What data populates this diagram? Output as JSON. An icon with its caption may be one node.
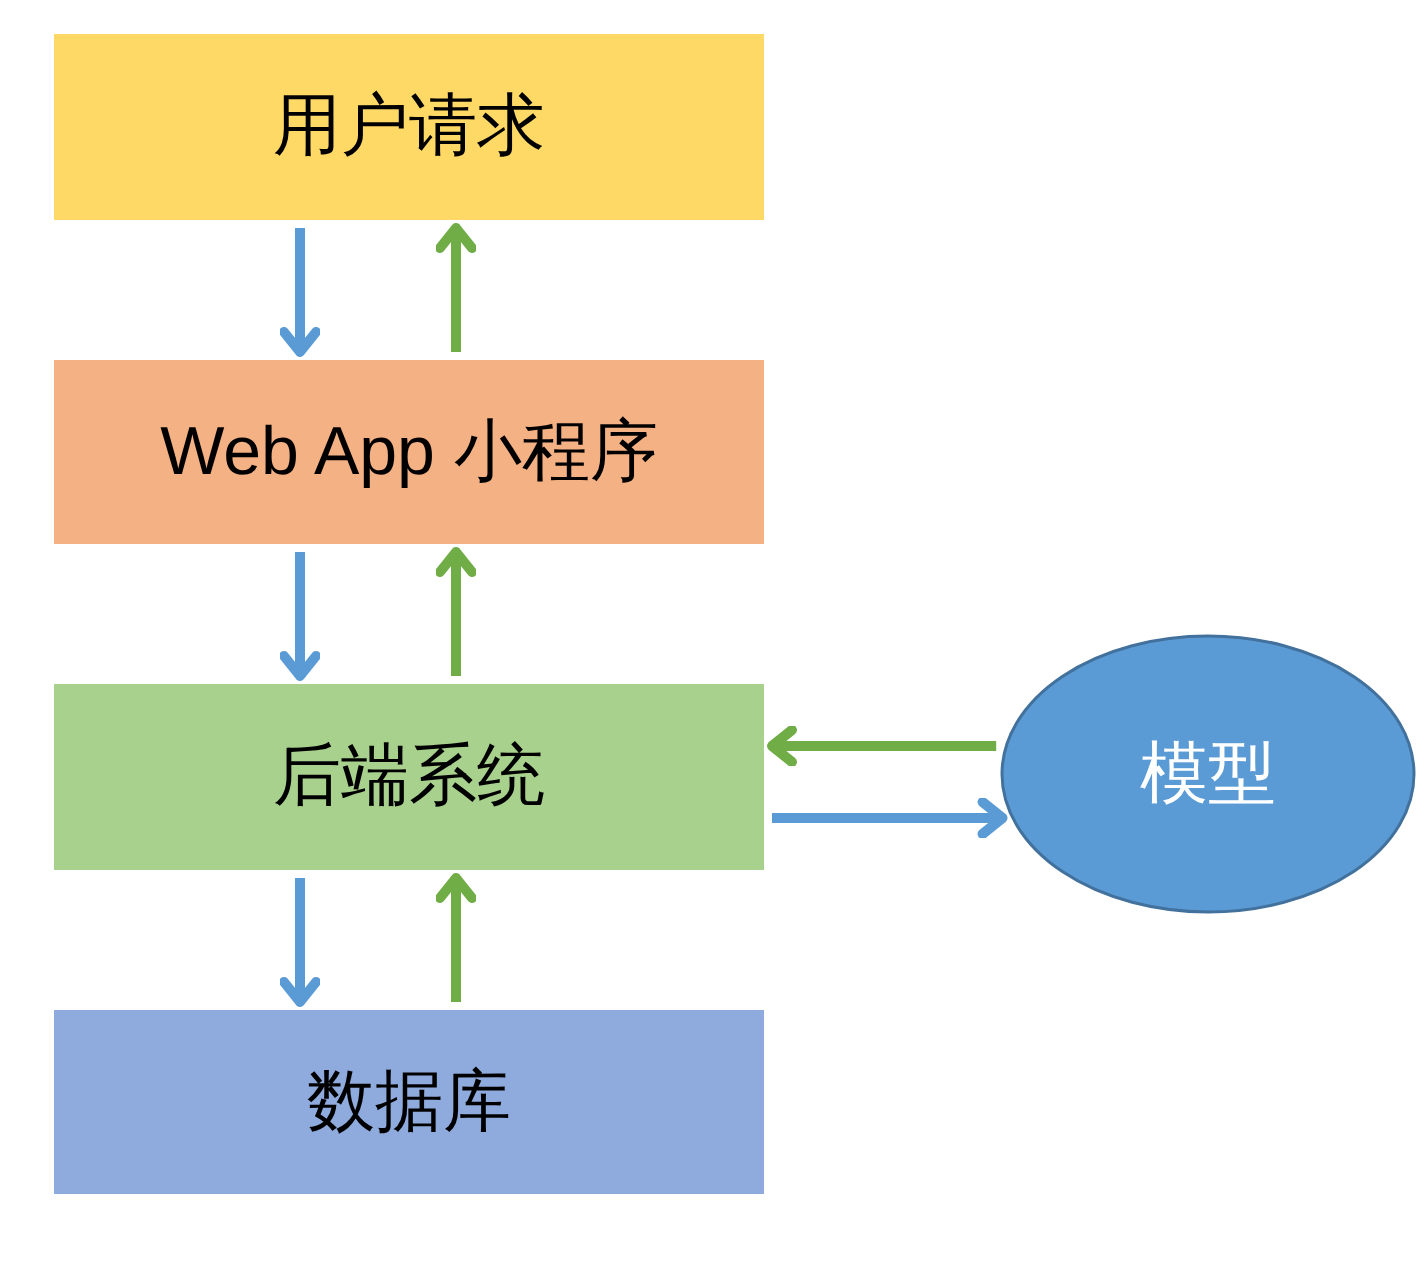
{
  "diagram": {
    "nodes": [
      {
        "text": [
          "用户请求"
        ]
      },
      {
        "text": [
          "Web App 小程序"
        ]
      },
      {
        "text": [
          "后端系统"
        ]
      },
      {
        "text": [
          "数据库"
        ]
      },
      {
        "text": [
          "模型"
        ]
      }
    ],
    "edges": [
      {
        "from": 0,
        "to": 1,
        "arrow": "to",
        "color": "#5b9bd5"
      },
      {
        "from": 1,
        "to": 0,
        "arrow": "to",
        "color": "#70ad47"
      },
      {
        "from": 1,
        "to": 2,
        "arrow": "to",
        "color": "#5b9bd5"
      },
      {
        "from": 2,
        "to": 1,
        "arrow": "to",
        "color": "#70ad47"
      },
      {
        "from": 2,
        "to": 3,
        "arrow": "to",
        "color": "#5b9bd5"
      },
      {
        "from": 3,
        "to": 2,
        "arrow": "to",
        "color": "#70ad47"
      },
      {
        "from": 4,
        "to": 2,
        "arrow": "to",
        "color": "#70ad47"
      },
      {
        "from": 2,
        "to": 4,
        "arrow": "to",
        "color": "#5b9bd5"
      }
    ]
  }
}
